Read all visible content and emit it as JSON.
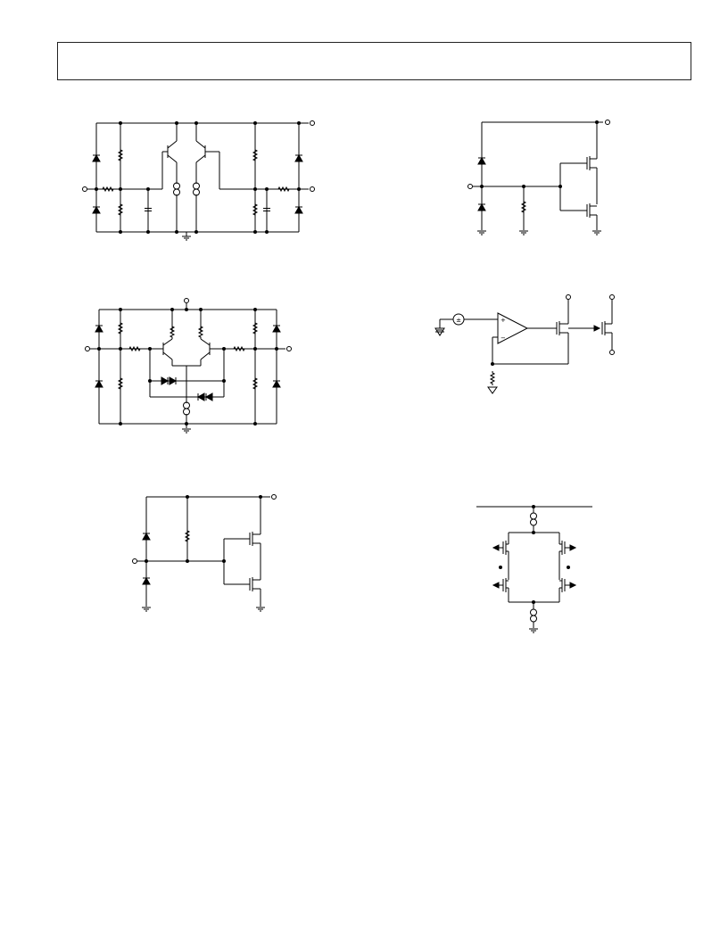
{
  "header": {
    "title": ""
  },
  "figures": [
    {
      "id": "fig-bipolar-differential-input-protection"
    },
    {
      "id": "fig-cmos-input-protection-with-resistor"
    },
    {
      "id": "fig-jfet-differential-input-protection"
    },
    {
      "id": "fig-op-amp-driving-jfet-buffer"
    },
    {
      "id": "fig-cmos-input-protection-diode-clamp"
    },
    {
      "id": "fig-cmos-complementary-current-source-stage"
    }
  ],
  "symbols": {
    "plus_minus": "±",
    "op_plus": "+",
    "op_minus": "−"
  }
}
